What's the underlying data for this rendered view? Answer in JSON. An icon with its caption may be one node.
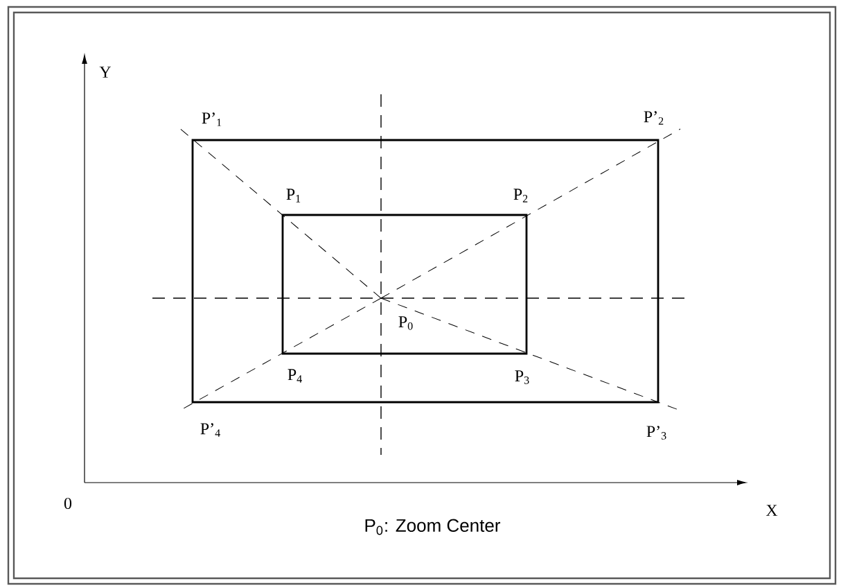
{
  "diagram": {
    "caption": "P$_{0}$: Zoom Center",
    "labels": [
      "Y",
      "P’$_{1}$",
      "P’$_{2}$",
      "P$_{1}$",
      "P$_{2}$",
      "P$_{0}$",
      "P$_{4}$",
      "P$_{3}$",
      "P’$_{4}$",
      "P’$_{3}$",
      "0",
      "X"
    ]
  }
}
